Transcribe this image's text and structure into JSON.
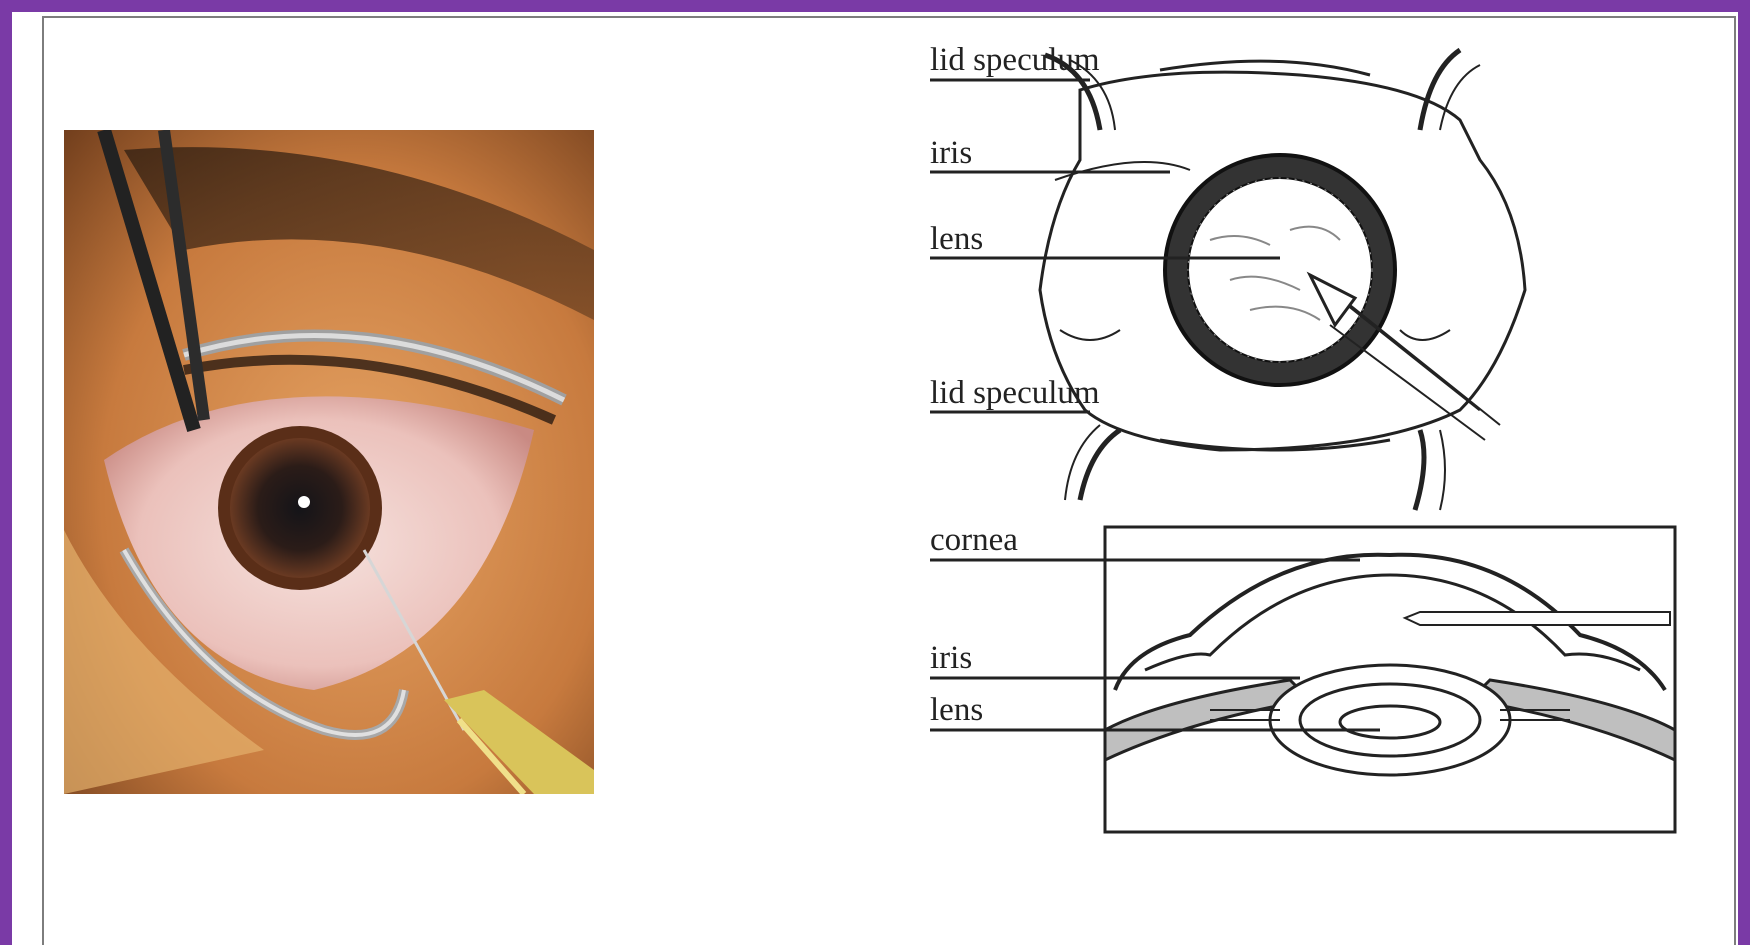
{
  "top_diagram": {
    "labels": [
      "lid speculum",
      "iris",
      "lens",
      "lid speculum"
    ]
  },
  "side_diagram": {
    "labels": [
      "cornea",
      "iris",
      "lens"
    ]
  },
  "colors": {
    "frame": "#7a3aa6",
    "inner_border": "#7d7d7d",
    "ink": "#222222",
    "iris_fill": "#333333",
    "lens_shade": "#bfbfbf"
  }
}
